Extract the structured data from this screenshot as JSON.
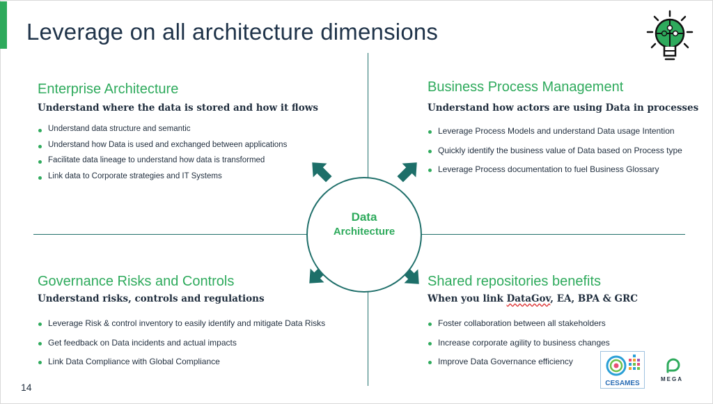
{
  "slide": {
    "title": "Leverage on all architecture dimensions",
    "page_number": "14"
  },
  "center": {
    "line1": "Data",
    "line2": "Architecture"
  },
  "quadrants": {
    "top_left": {
      "heading": "Enterprise Architecture",
      "subheading": "Understand where the data is stored and how it flows",
      "bullets": [
        "Understand data structure and semantic",
        "Understand how Data is used and exchanged between applications",
        "Facilitate data lineage to understand how data is transformed",
        "Link data to Corporate strategies and IT Systems"
      ]
    },
    "top_right": {
      "heading": "Business Process Management",
      "subheading": "Understand how actors are using Data in processes",
      "bullets": [
        "Leverage Process Models and understand Data usage Intention",
        "Quickly identify the business value of Data based on Process type",
        "Leverage Process documentation to fuel Business Glossary"
      ]
    },
    "bottom_left": {
      "heading": "Governance Risks and Controls",
      "subheading": "Understand risks, controls and regulations",
      "bullets": [
        "Leverage Risk & control inventory to easily identify and mitigate Data Risks",
        "Get feedback on Data incidents and actual impacts",
        "Link Data Compliance with Global Compliance"
      ]
    },
    "bottom_right": {
      "heading": "Shared repositories benefits",
      "subheading_pre": "When you link ",
      "subheading_link": "DataGov",
      "subheading_post": ", EA, BPA & GRC",
      "bullets": [
        "Foster collaboration between all stakeholders",
        "Increase corporate agility to business changes",
        "Improve Data Governance efficiency"
      ]
    }
  },
  "logos": {
    "cesames": "CESAMES",
    "mega": "MEGA"
  },
  "colors": {
    "accent_green": "#2eaa5c",
    "title_navy": "#1f3349",
    "line_teal": "#1f6f6a",
    "arrow_teal": "#1d6f69"
  },
  "icons": {
    "header": "lightbulb-puzzle-icon",
    "arrows": [
      "arrow-up-left-icon",
      "arrow-up-right-icon",
      "arrow-down-left-icon",
      "arrow-down-right-icon"
    ]
  }
}
